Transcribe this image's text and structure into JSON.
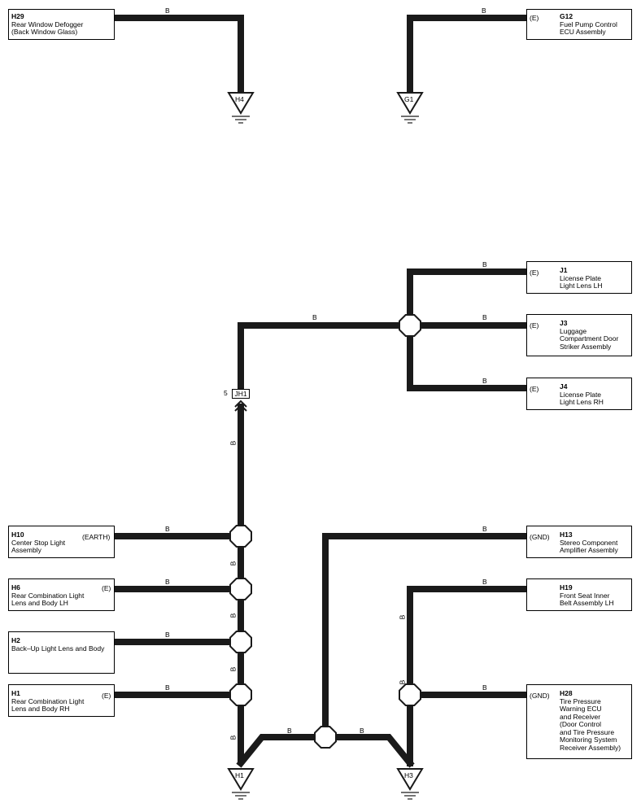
{
  "wire_color": "#1a1a1a",
  "wire_label": "B",
  "connector": {
    "pin": "5",
    "name": "JH1"
  },
  "grounds": {
    "h4": "H4",
    "g1": "G1",
    "h1": "H1",
    "h3": "H3"
  },
  "components": {
    "h29": {
      "code": "H29",
      "desc": "Rear Window Defogger\n(Back Window Glass)",
      "pin": ""
    },
    "g12": {
      "code": "G12",
      "desc": "Fuel Pump Control\nECU Assembly",
      "pin": "(E)"
    },
    "j1": {
      "code": "J1",
      "desc": "License Plate\nLight Lens LH",
      "pin": "(E)"
    },
    "j3": {
      "code": "J3",
      "desc": "Luggage\nCompartment Door\nStriker Assembly",
      "pin": "(E)"
    },
    "j4": {
      "code": "J4",
      "desc": "License Plate\nLight Lens RH",
      "pin": "(E)"
    },
    "h10": {
      "code": "H10",
      "desc": "Center Stop Light\nAssembly",
      "pin": "(EARTH)"
    },
    "h6": {
      "code": "H6",
      "desc": "Rear Combination Light\nLens and Body LH",
      "pin": "(E)"
    },
    "h2": {
      "code": "H2",
      "desc": "Back–Up Light Lens and Body",
      "pin": ""
    },
    "h1": {
      "code": "H1",
      "desc": "Rear Combination Light\nLens and Body RH",
      "pin": "(E)"
    },
    "h13": {
      "code": "H13",
      "desc": "Stereo Component\nAmplifier Assembly",
      "pin": "(GND)"
    },
    "h19": {
      "code": "H19",
      "desc": "Front Seat Inner\nBelt Assembly LH",
      "pin": ""
    },
    "h28": {
      "code": "H28",
      "desc": "Tire Pressure\nWarning ECU\nand Receiver\n(Door Control\n and Tire Pressure\n Monitoring System\n Receiver Assembly)",
      "pin": "(GND)"
    }
  }
}
